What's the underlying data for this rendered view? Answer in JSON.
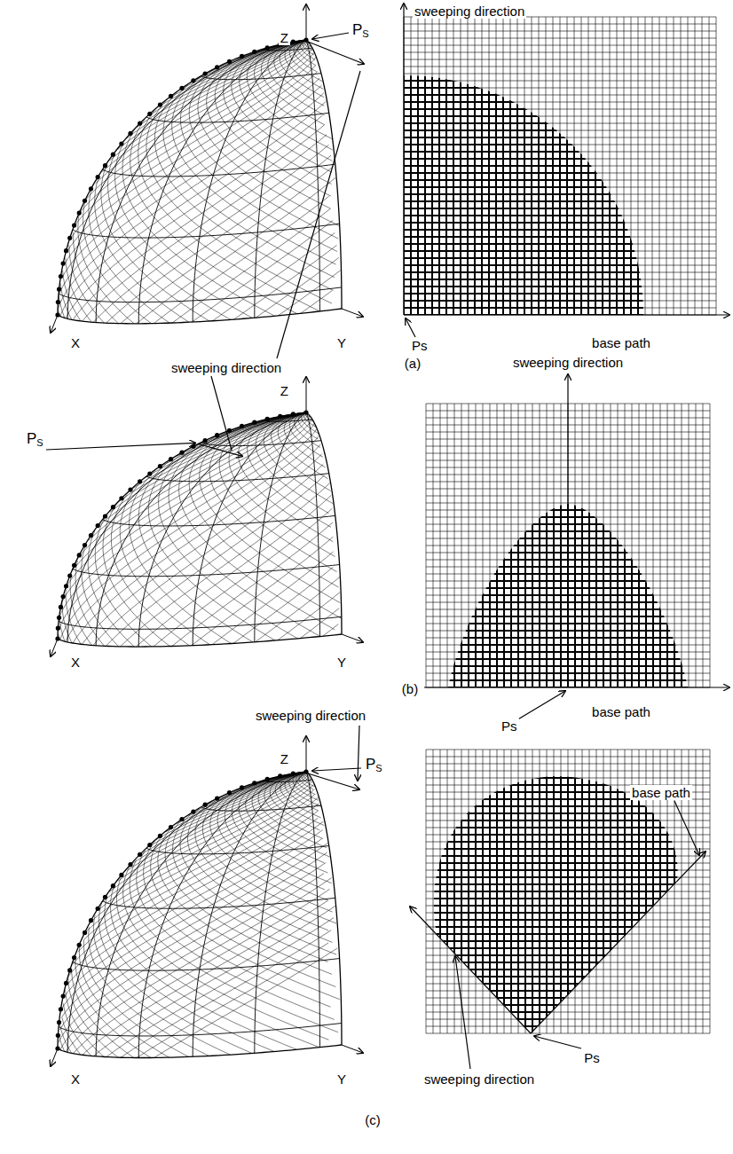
{
  "diagram": {
    "labels": [
      "Z",
      "PS",
      "sweeping direction",
      "X",
      "Y",
      "sweeping direction",
      "base path",
      "Ps",
      "(a)",
      "sweeping direction",
      "Z",
      "PS",
      "X",
      "Y",
      "base path",
      "Ps",
      "(b)",
      "sweeping direction",
      "Z",
      "PS",
      "base path",
      "X",
      "Y",
      "sweeping direction",
      "Ps",
      "(c)"
    ]
  }
}
